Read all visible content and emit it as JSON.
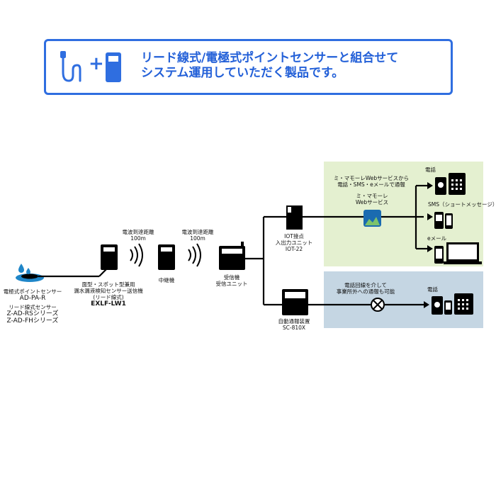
{
  "banner": {
    "line1": "リード線式/電極式ポイントセンサーと組合せて",
    "line2": "システム運用していただく製品です。"
  },
  "sensor": {
    "l1": "電極式ポイントセンサー",
    "l2": "AD-PA-R",
    "l3": "リード線式センサー",
    "l4": "Z-AD-RSシリーズ",
    "l5": "Z-AD-FHシリーズ"
  },
  "transmitter": {
    "l1": "面型・スポット型兼用",
    "l2": "漏水漏液検知センサー送信機",
    "l3": "(リード線式)",
    "l4": "EXLF-LW1"
  },
  "range1": {
    "l1": "電波到達距離",
    "l2": "100m"
  },
  "range2": {
    "l1": "電波到達距離",
    "l2": "100m"
  },
  "repeater": {
    "label": "中継機"
  },
  "receiver": {
    "l1": "受信機",
    "l2": "受信ユニット"
  },
  "iot": {
    "l1": "IOT接点",
    "l2": "入出力ユニット",
    "l3": "IOT-22"
  },
  "autodialer": {
    "l1": "自動通報装置",
    "l2": "SC-810X"
  },
  "green_panel": {
    "bg": "#e4f0d0",
    "caption1": "ミ・マモーレWebサービスから",
    "caption2": "電話・SMS・eメールで通報",
    "service1": "ミ・マモーレ",
    "service2": "Webサービス",
    "phone": "電話",
    "sms": "SMS（ショートメッセージ）",
    "email": "eメール"
  },
  "blue_panel": {
    "bg": "#c5d6e3",
    "caption1": "電話回線を介して",
    "caption2": "事業所外への通報も可能",
    "phone": "電話"
  },
  "colors": {
    "accent": "#2f6ee0",
    "water": "#1f86c8"
  }
}
